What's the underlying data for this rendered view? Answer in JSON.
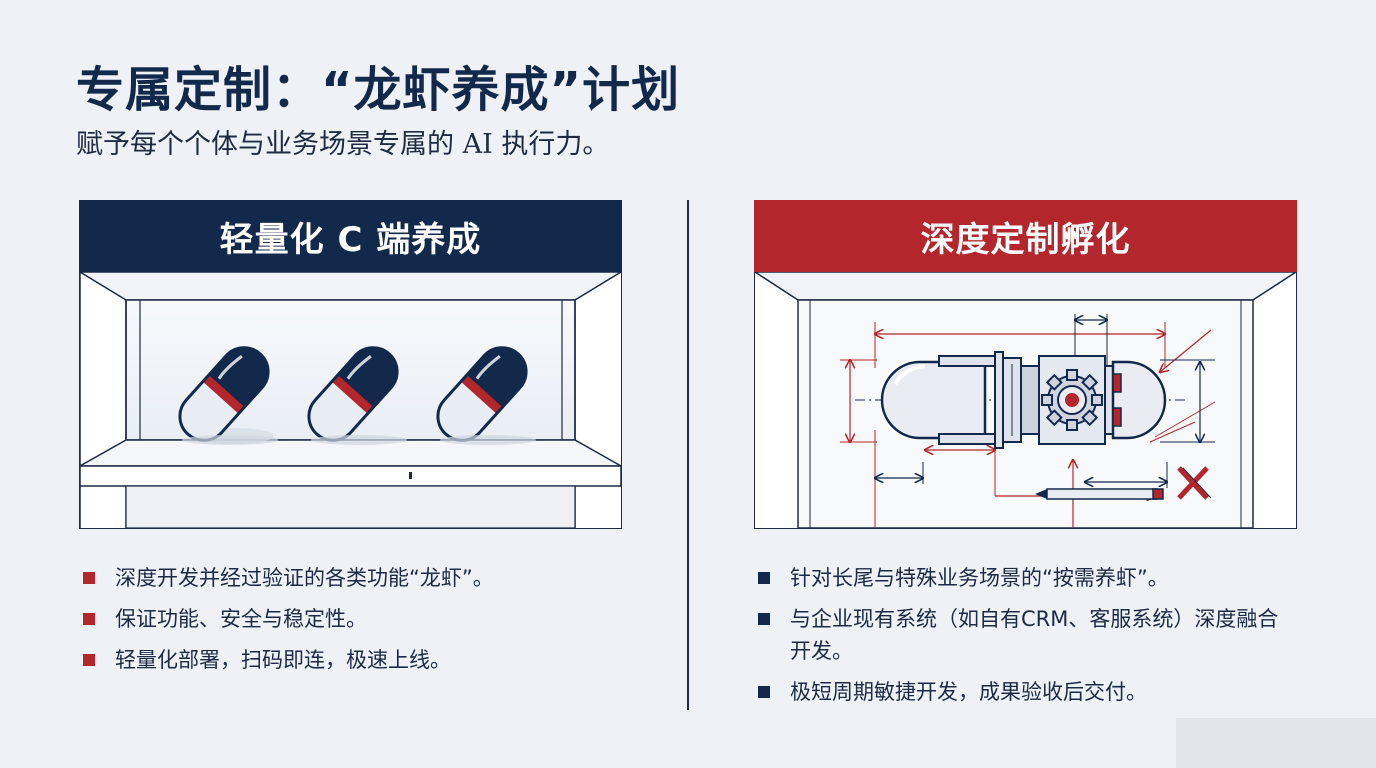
{
  "page": {
    "title": "专属定制：“龙虾养成”计划",
    "subtitle": "赋予每个个体与业务场景专属的 AI 执行力。"
  },
  "colors": {
    "navy": "#13294b",
    "red": "#b3262b",
    "background": "#eef2f7"
  },
  "panels": [
    {
      "header": "轻量化 C 端养成",
      "header_color": "#13294b",
      "illustration": "display-shelf-with-three-capsules",
      "bullets": [
        "深度开发并经过验证的各类功能“龙虾”。",
        "保证功能、安全与稳定性。",
        "轻量化部署，扫码即连，极速上线。"
      ]
    },
    {
      "header": "深度定制孵化",
      "header_color": "#b3262b",
      "illustration": "capsule-engineering-blueprint-with-gear",
      "bullets": [
        "针对长尾与特殊业务场景的“按需养虾”。",
        "与企业现有系统（如自有CRM、客服系统）深度融合开发。",
        "极短周期敏捷开发，成果验收后交付。"
      ]
    }
  ]
}
